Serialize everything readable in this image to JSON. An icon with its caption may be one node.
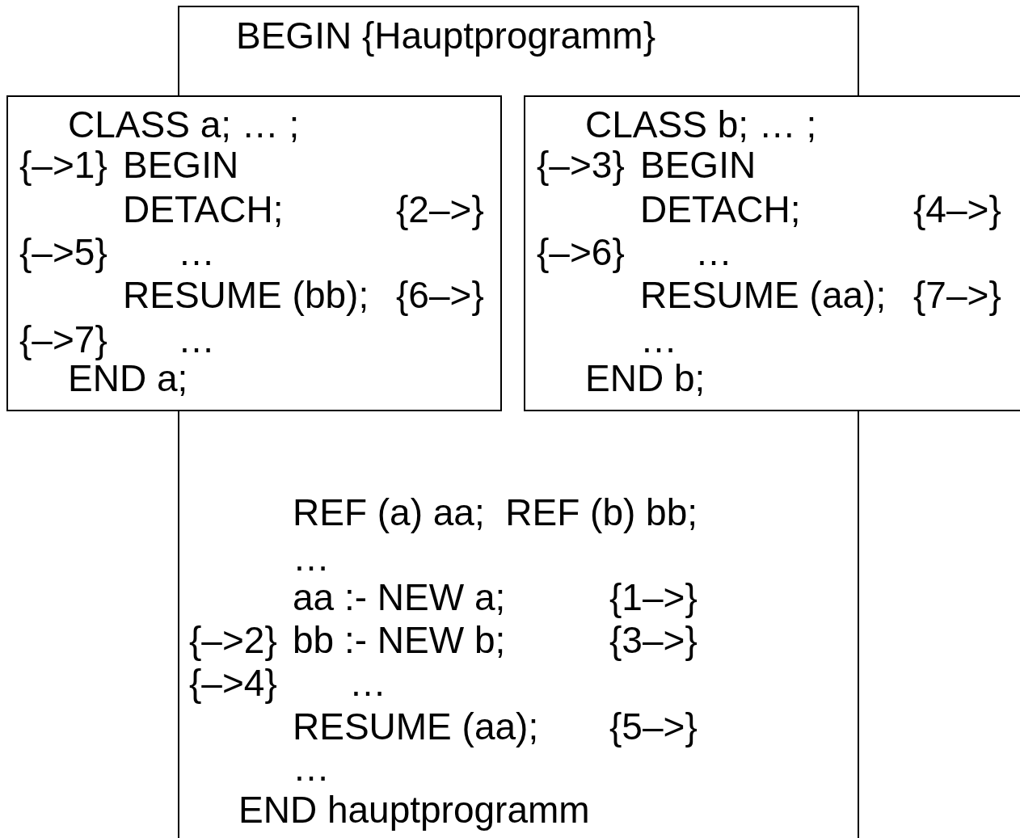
{
  "diagram": {
    "nodes": [
      {
        "text": [
          "BEGIN {Hauptprogramm}",
          "REF (a) aa;  REF (b) bb;",
          "…",
          "aa :- NEW a;",
          "{1–>}",
          "{–>2}",
          "bb :- NEW b;",
          "{3–>}",
          "{–>4}",
          "…",
          "RESUME (aa);",
          "{5–>}",
          "…",
          "END hauptprogramm"
        ]
      },
      {
        "text": [
          "CLASS a; … ;",
          "{–>1}",
          "BEGIN",
          "DETACH;",
          "{2–>}",
          "{–>5}",
          "…",
          "RESUME (bb);",
          "{6–>}",
          "{–>7}",
          "…",
          "END a;"
        ]
      },
      {
        "text": [
          "CLASS b; … ;",
          "{–>3}",
          "BEGIN",
          "DETACH;",
          "{4–>}",
          "{–>6}",
          "…",
          "RESUME (aa);",
          "{7–>}",
          "…",
          "END b;"
        ]
      }
    ],
    "edges": []
  }
}
